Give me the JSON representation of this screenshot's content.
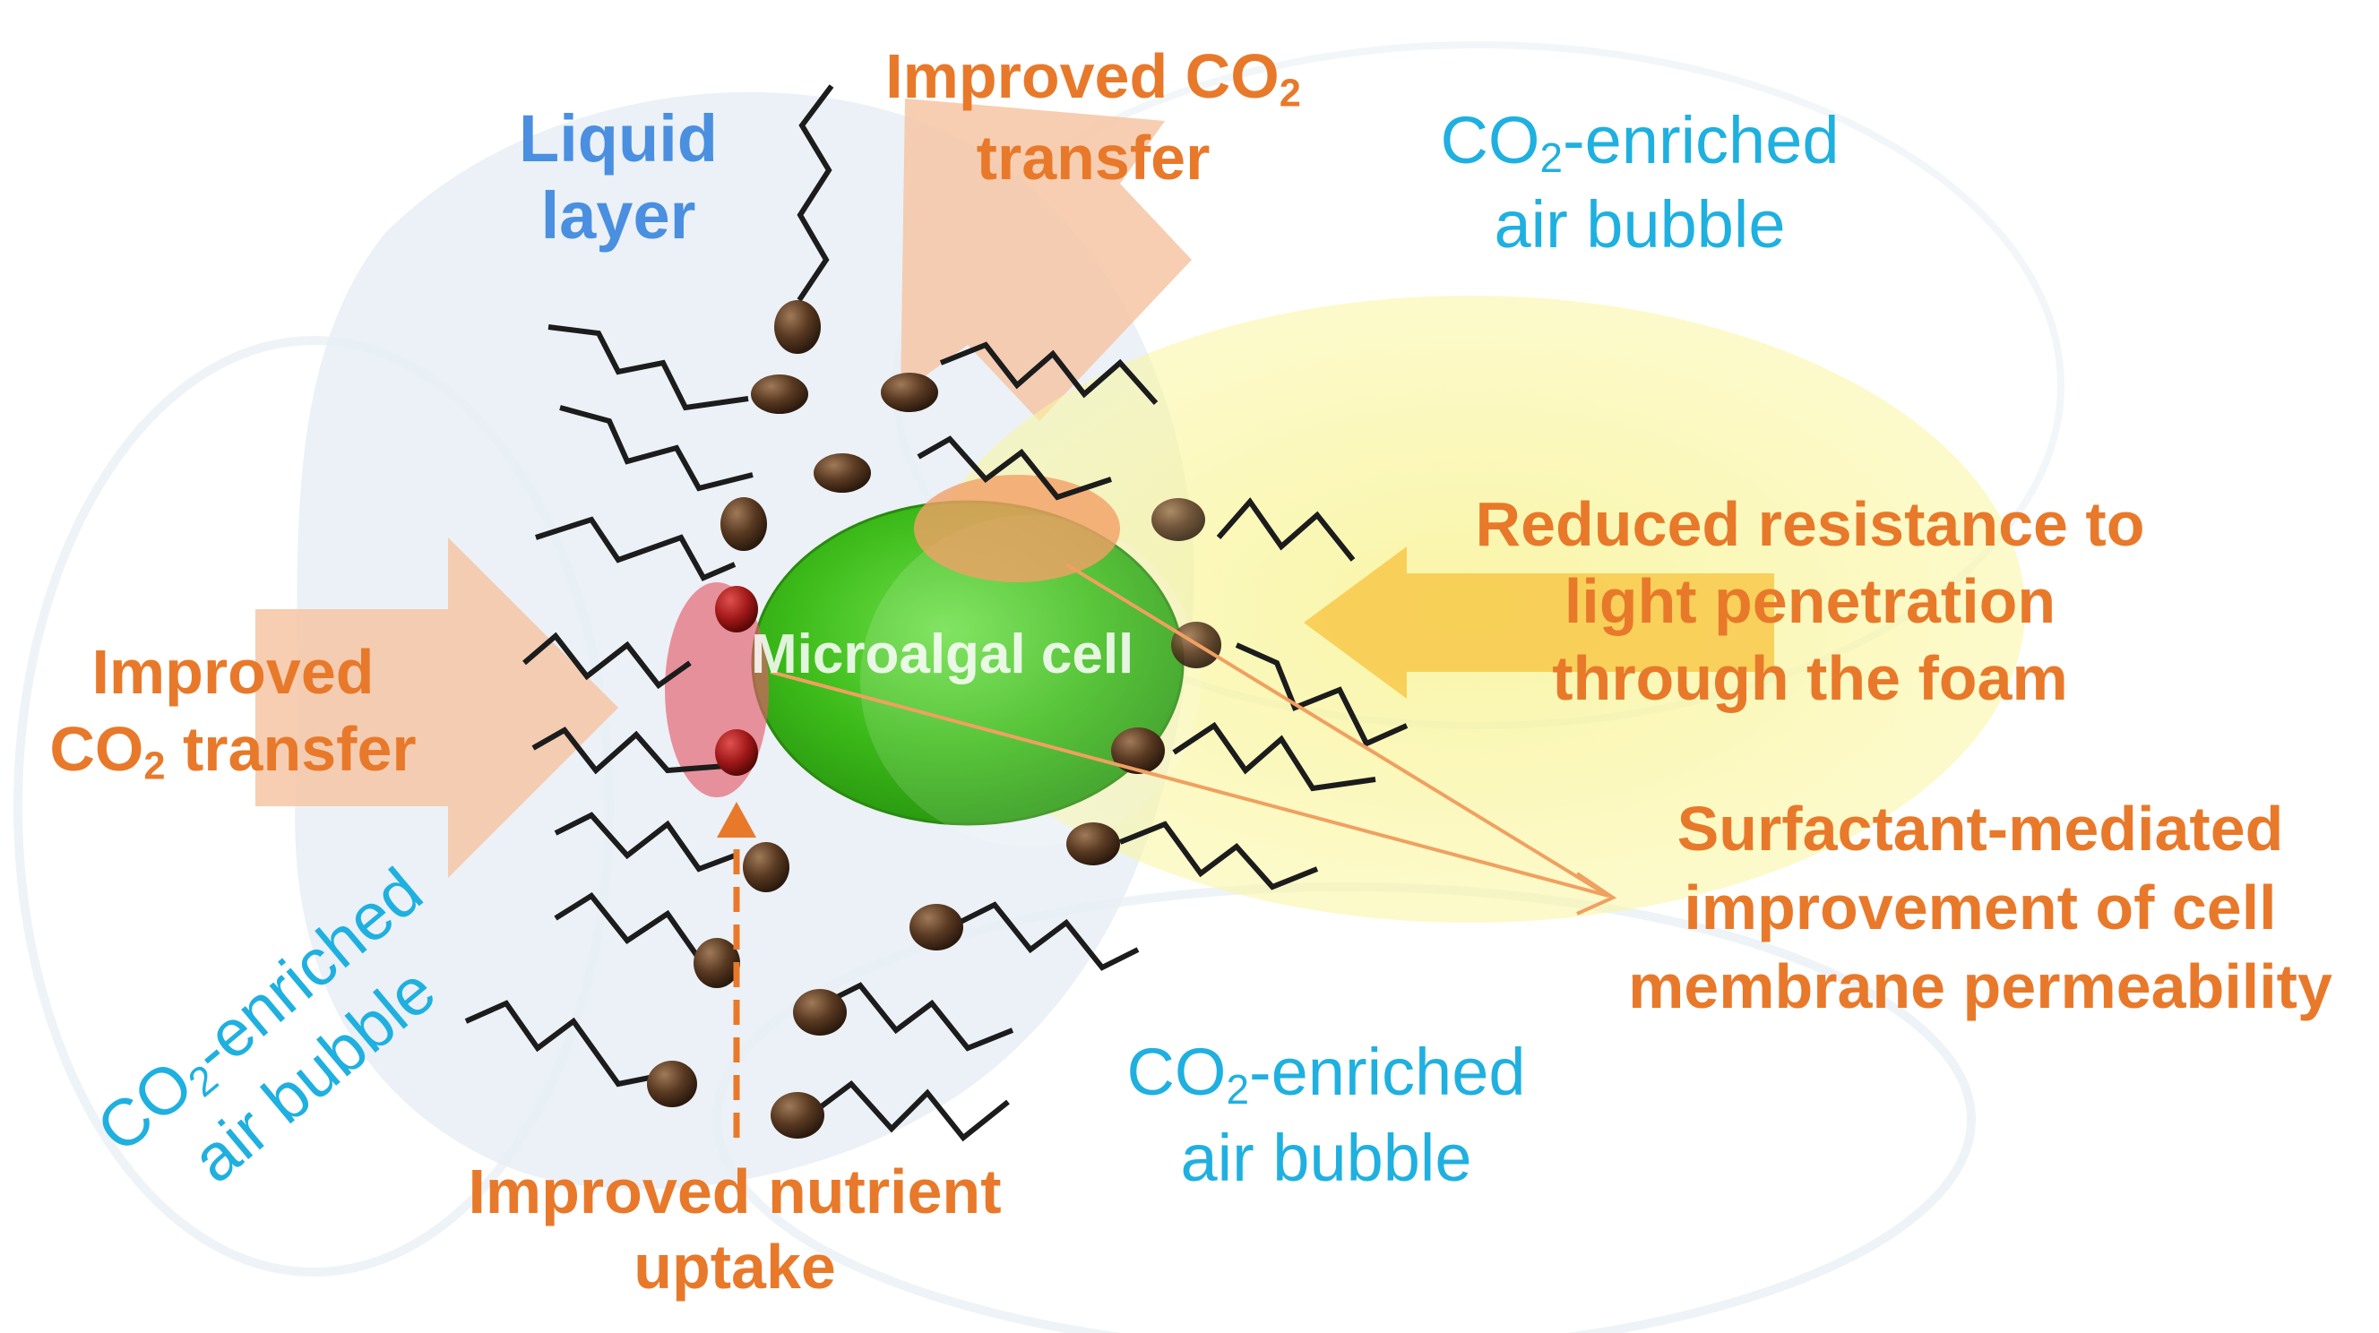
{
  "labels": {
    "liquid_layer": [
      "Liquid",
      "layer"
    ],
    "improved_co2_top": {
      "line1_prefix": "Improved CO",
      "line1_sub": "2",
      "line2": "transfer"
    },
    "improved_co2_left": {
      "line1": "Improved",
      "line2_prefix": "CO",
      "line2_sub": "2",
      "line2_suffix": " transfer"
    },
    "bubble_top_right": {
      "prefix": "CO",
      "sub": "2",
      "suffix": "-enriched",
      "line2": "air bubble"
    },
    "bubble_bottom_right": {
      "prefix": "CO",
      "sub": "2",
      "suffix": "-enriched",
      "line2": "air bubble"
    },
    "bubble_left": {
      "prefix": "CO",
      "sub": "2",
      "suffix": "-enriched",
      "line2": "air bubble"
    },
    "reduced_resistance": [
      "Reduced resistance to",
      "light penetration",
      "through the foam"
    ],
    "surfactant": [
      "Surfactant-mediated",
      "improvement of cell",
      "membrane permeability"
    ],
    "nutrient": [
      "Improved nutrient",
      "uptake"
    ],
    "cell": "Microalgal cell"
  },
  "colors": {
    "orange_text": "#e8792a",
    "blue_text": "#4a8fe0",
    "cyan_text": "#1fb0e0",
    "cell_green": "#3dbb1a",
    "light_yellow": "#f7f28a",
    "arrow_peach": "#f6c6a4",
    "surfactant_head": "#5a3a22"
  }
}
